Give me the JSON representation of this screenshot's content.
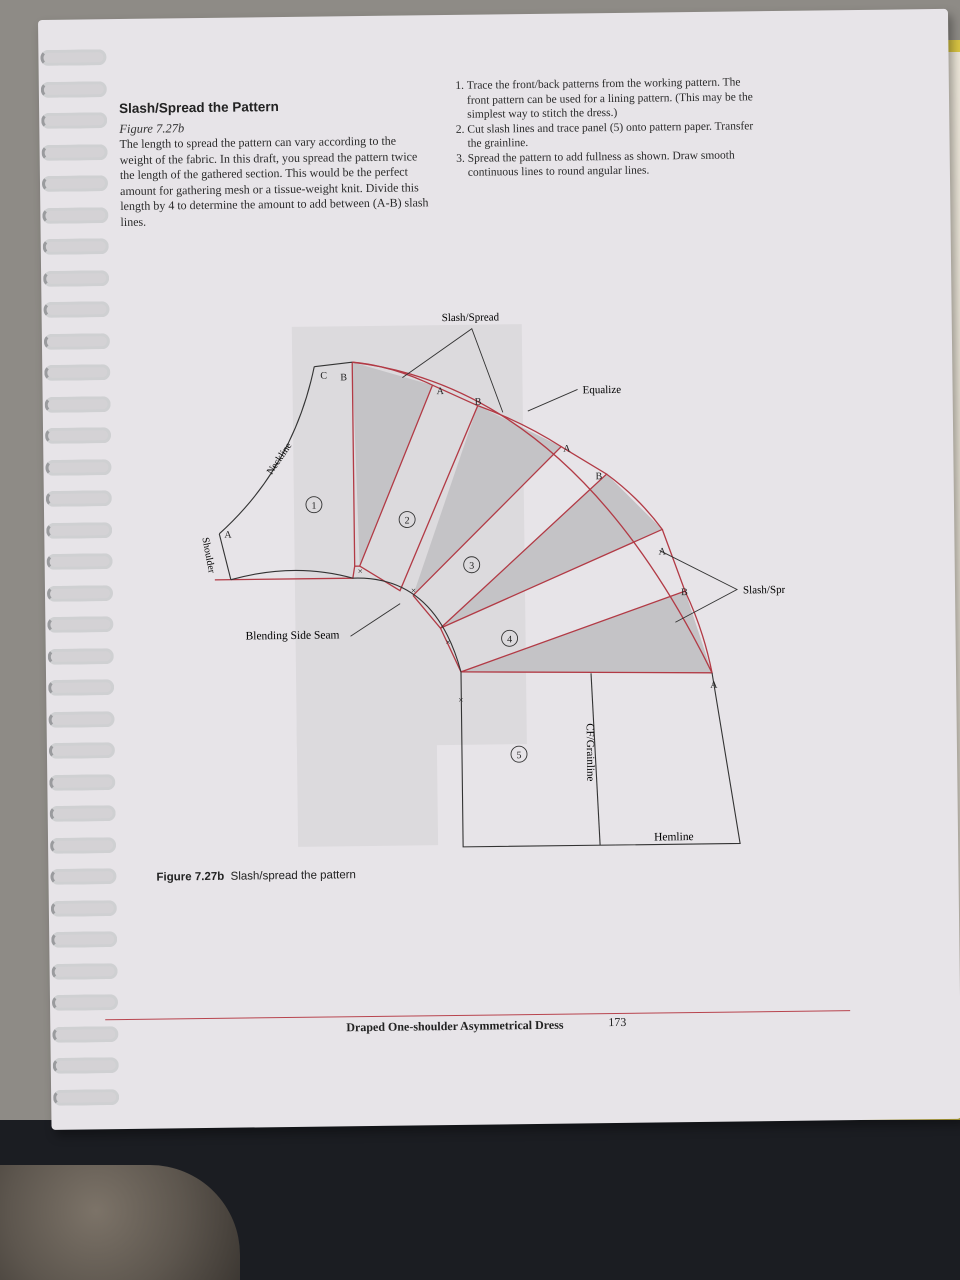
{
  "section": {
    "heading": "Slash/Spread the Pattern",
    "figure_ref": "Figure 7.27b",
    "intro": "The length to spread the pattern can vary according to the weight of the fabric. In this draft, you spread the pattern twice the length of the gathered section. This would be the perfect amount for gathering mesh or a tissue-weight knit. Divide this length by 4 to determine the amount to add between (A-B) slash lines."
  },
  "steps": [
    "Trace the front/back patterns from the working pattern. The front pattern can be used for a lining pattern. (This may be the simplest way to stitch the dress.)",
    "Cut slash lines and trace panel (5) onto pattern paper. Transfer the grainline.",
    "Spread the pattern to add fullness as shown. Draw smooth continuous lines to round angular lines."
  ],
  "diagram": {
    "labels": {
      "slash_spread_top": "Slash/Spread",
      "slash_spread_right": "Slash/Spread",
      "equalize": "Equalize",
      "neckline": "Neckline",
      "shoulder": "Shoulder",
      "blending_side_seam": "Blending Side Seam",
      "grainline": "CF/Grainline",
      "hemline": "Hemline"
    },
    "points": {
      "a": "A",
      "b": "B",
      "c": "C",
      "x": "×"
    },
    "panels": [
      "1",
      "2",
      "3",
      "4",
      "5"
    ],
    "colors": {
      "outline_red": "#b23a45",
      "spread_fill": "#c4c3c6",
      "ghost_pattern": "#dcdadd",
      "paper": "#e7e4e8"
    }
  },
  "figure_caption": {
    "number": "Figure 7.27b",
    "text": "Slash/spread the pattern"
  },
  "footer": {
    "title": "Draped One-shoulder Asymmetrical Dress",
    "page_number": "173"
  }
}
